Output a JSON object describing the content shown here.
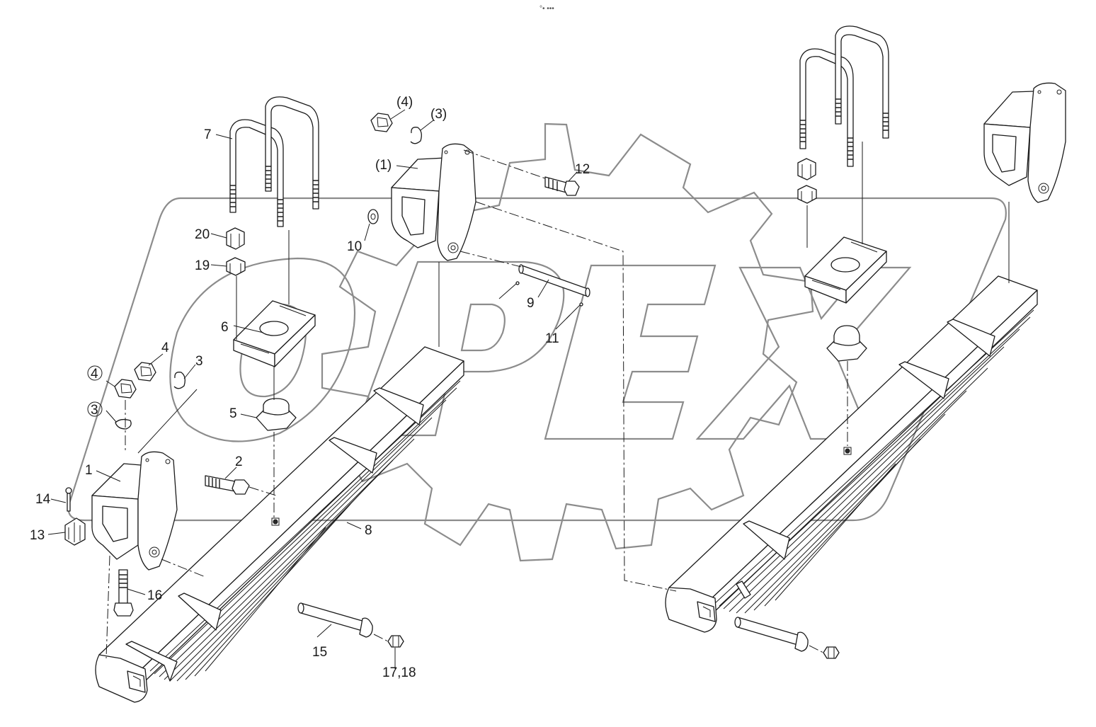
{
  "header": {
    "mark": "°• •••"
  },
  "watermark": {
    "text": "OPEX"
  },
  "callouts": {
    "c1": "1",
    "c2": "2",
    "c3": "3",
    "c4": "4",
    "c5": "5",
    "c6": "6",
    "c7": "7",
    "c8": "8",
    "c9": "9",
    "c10": "10",
    "c11": "11",
    "c12": "12",
    "c13": "13",
    "c14": "14",
    "c15": "15",
    "c16": "16",
    "c1718": "17,18",
    "c19": "19",
    "c20": "20",
    "p1": "(1)",
    "p3": "(3)",
    "p4": "(4)",
    "circ3": "3",
    "circ4": "4"
  },
  "colors": {
    "line": "#1a1a1a",
    "watermark": "#8c8c8c",
    "background": "#ffffff"
  }
}
